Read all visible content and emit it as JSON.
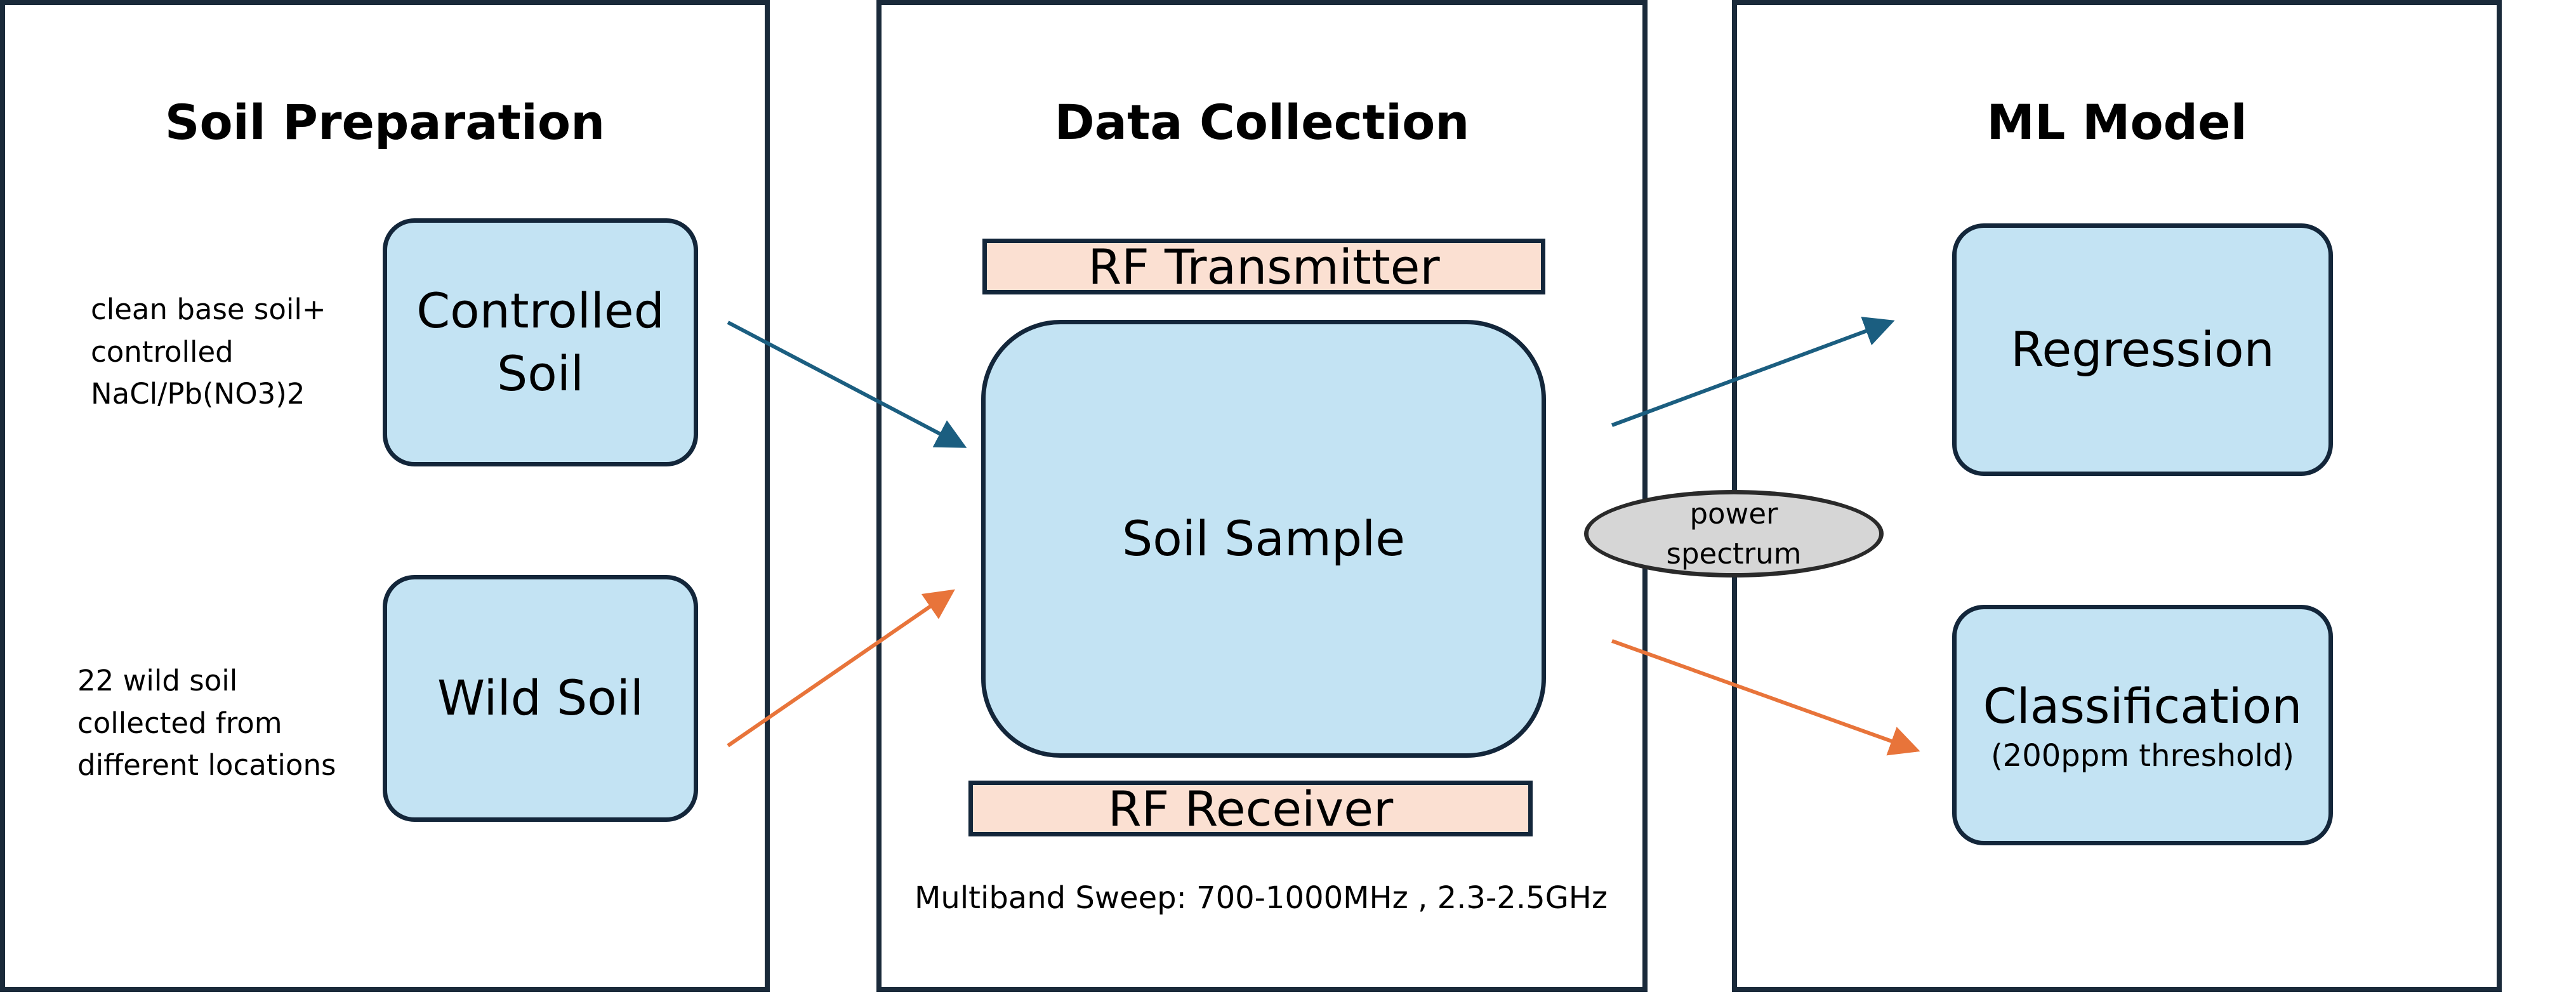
{
  "panels": [
    {
      "title": "Soil Preparation"
    },
    {
      "title": "Data Collection"
    },
    {
      "title": "ML Model"
    }
  ],
  "soil_preparation": {
    "controlled_soil": "Controlled\nSoil",
    "controlled_note": "clean base soil+\ncontrolled\nNaCl/Pb(NO3)2",
    "wild_soil": "Wild Soil",
    "wild_note": "22 wild soil\ncollected from\ndifferent locations"
  },
  "data_collection": {
    "transmitter": "RF Transmitter",
    "soil_sample": "Soil Sample",
    "receiver": "RF Receiver",
    "sweep": "Multiband Sweep: 700-1000MHz , 2.3-2.5GHz"
  },
  "power_spectrum": "power\nspectrum",
  "ml_model": {
    "regression": "Regression",
    "classification": "Classification",
    "threshold": "(200ppm threshold)"
  },
  "colors": {
    "blue_arrow": "#1b5e80",
    "orange_arrow": "#e8743a",
    "box_fill": "#c3e3f3",
    "bar_fill": "#fbe0d2"
  }
}
